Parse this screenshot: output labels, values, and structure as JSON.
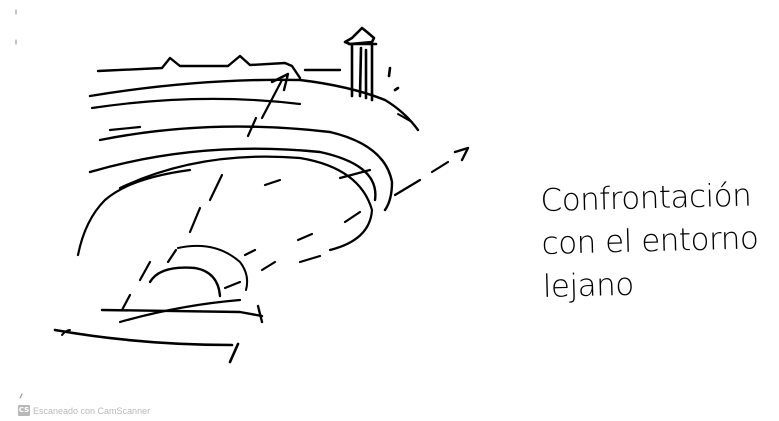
{
  "note": {
    "lines": [
      "Confrontación",
      "con el entorno",
      "lejano"
    ]
  },
  "watermark": {
    "badge": "CS",
    "text": "Escaneado con CamScanner"
  },
  "colors": {
    "ink": "#000000",
    "paper": "#ffffff",
    "watermark": "#b8b8b8"
  }
}
